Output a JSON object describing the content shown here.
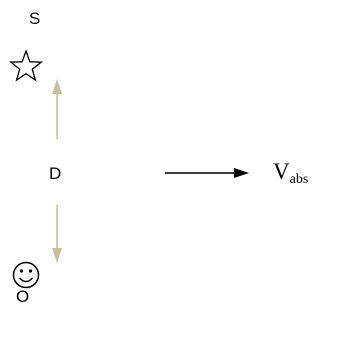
{
  "labels": {
    "source": "S",
    "distance": "D",
    "observer": "O",
    "velocity_main": "V",
    "velocity_sub": "abs"
  },
  "icons": {
    "source": "star-outline-icon",
    "observer": "smiley-face-icon"
  },
  "colors": {
    "distance_arrow": "#c8bea0",
    "velocity_arrow": "#000000",
    "text": "#000000"
  }
}
